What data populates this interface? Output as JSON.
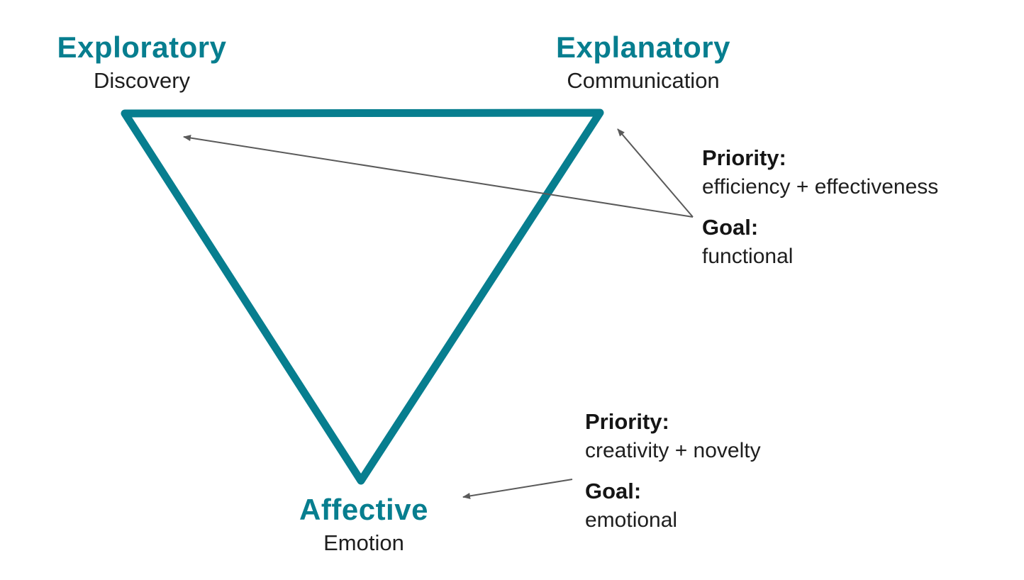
{
  "colors": {
    "accent_teal": "#077E8F",
    "text_dark": "#1E1E1E",
    "arrow_gray": "#5A5A5A"
  },
  "vertices": [
    {
      "id": "exploratory",
      "title": "Exploratory",
      "subtitle": "Discovery"
    },
    {
      "id": "explanatory",
      "title": "Explanatory",
      "subtitle": "Communication"
    },
    {
      "id": "affective",
      "title": "Affective",
      "subtitle": "Emotion"
    }
  ],
  "annotations": [
    {
      "priority_label": "Priority:",
      "priority_value": "efficiency + effectiveness",
      "goal_label": "Goal:",
      "goal_value": "functional"
    },
    {
      "priority_label": "Priority:",
      "priority_value": "creativity + novelty",
      "goal_label": "Goal:",
      "goal_value": "emotional"
    }
  ]
}
